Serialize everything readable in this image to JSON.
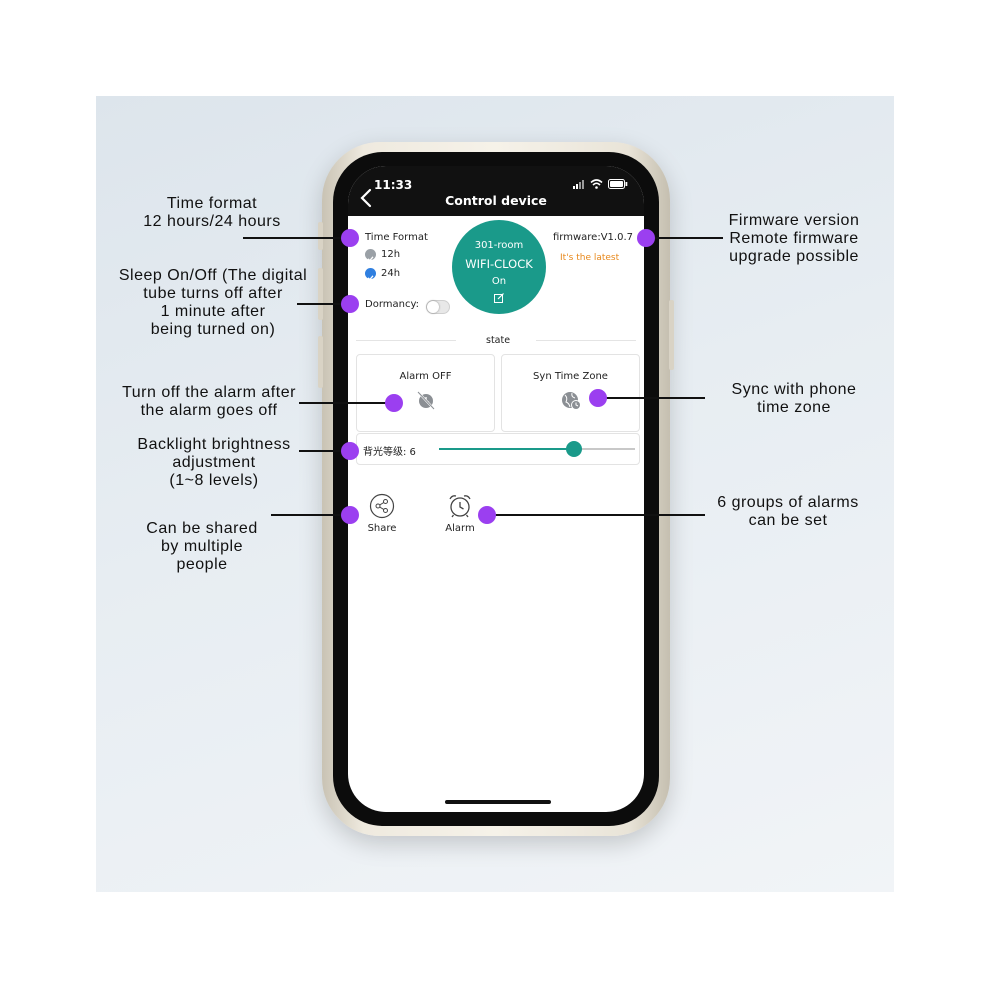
{
  "statusbar": {
    "time": "11:33"
  },
  "header": {
    "title": "Control device",
    "back_icon": "chevron-left-icon"
  },
  "time_format": {
    "label": "Time Format",
    "options": [
      {
        "label": "12h",
        "selected": false
      },
      {
        "label": "24h",
        "selected": true
      }
    ]
  },
  "dormancy": {
    "label": "Dormancy:",
    "on": false
  },
  "device": {
    "room": "301-room",
    "name": "WIFI-CLOCK",
    "status": "On",
    "edit_icon": "edit-icon",
    "color": "#1a9a8a"
  },
  "firmware": {
    "version": "firmware:V1.0.7",
    "status": "It's the latest",
    "status_color": "#e8891d"
  },
  "state_label": "state",
  "cards": {
    "alarm_off": {
      "label": "Alarm OFF",
      "icon": "alarm-off-icon"
    },
    "sync_time_zone": {
      "label": "Syn Time Zone",
      "icon": "globe-clock-icon"
    }
  },
  "backlight": {
    "label": "背光等级: 6",
    "level": 6,
    "min": 1,
    "max": 8
  },
  "actions": {
    "share": {
      "label": "Share",
      "icon": "share-icon"
    },
    "alarm": {
      "label": "Alarm",
      "icon": "alarm-clock-icon"
    }
  },
  "annotations": {
    "time_format": "Time format\n12 hours/24 hours",
    "sleep": "Sleep On/Off (The digital\ntube turns off after\n1 minute after\nbeing turned on)",
    "alarm_off": "Turn off the alarm after\nthe alarm goes off",
    "backlight": "Backlight brightness\nadjustment\n(1~8 levels)",
    "share": "Can be shared\nby multiple\npeople",
    "firmware": "Firmware version\nRemote firmware\nupgrade possible",
    "sync": "Sync with phone\ntime zone",
    "alarms": "6 groups of alarms\ncan be set"
  },
  "colors": {
    "marker": "#9b3ff0",
    "accent": "#1a9a8a"
  }
}
